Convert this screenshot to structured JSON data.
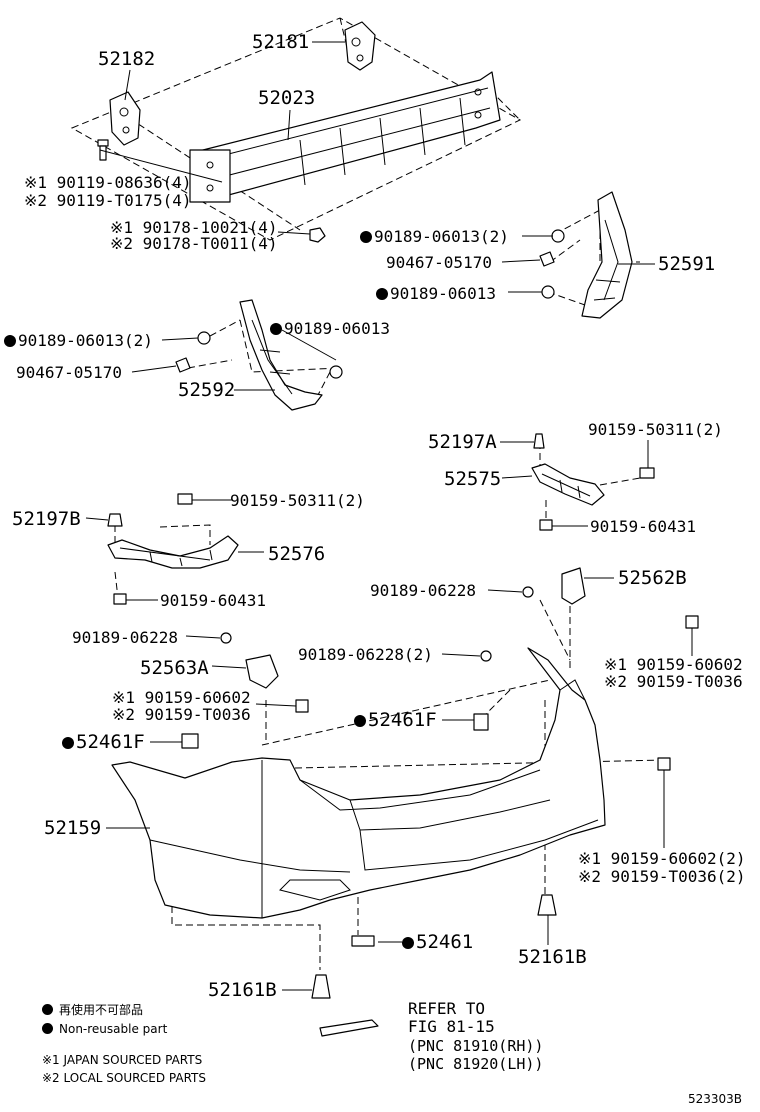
{
  "figure_id": "523303B",
  "parts": {
    "p52181": "52181",
    "p52182": "52182",
    "p52023": "52023",
    "p90119_a": "※1 90119-08636(4)",
    "p90119_b": "※2 90119-T0175(4)",
    "p90178_a": "※1 90178-10021(4)",
    "p90178_b": "※2 90178-T0011(4)",
    "p90189_06013_2a": "90189-06013(2)",
    "p90467_a": "90467-05170",
    "p52591": "52591",
    "p90189_06013_a": "90189-06013",
    "p90189_06013_2b": "90189-06013(2)",
    "p90189_06013_b": "90189-06013",
    "p90467_b": "90467-05170",
    "p52592": "52592",
    "p52197A": "52197A",
    "p90159_50311_a": "90159-50311(2)",
    "p52575": "52575",
    "p90159_60431_a": "90159-60431",
    "p52197B": "52197B",
    "p90159_50311_b": "90159-50311(2)",
    "p52576": "52576",
    "p90159_60431_b": "90159-60431",
    "p90189_06228_a": "90189-06228",
    "p52562B": "52562B",
    "p90189_06228_b": "90189-06228",
    "p90159_60602_a1": "※1 90159-60602",
    "p90159_t0036_a2": "※2 90159-T0036",
    "p52563A": "52563A",
    "p90189_06228_2": "90189-06228(2)",
    "p90159_60602_b1": "※1 90159-60602",
    "p90159_t0036_b2": "※2 90159-T0036",
    "p52461F_a": "52461F",
    "p52461F_b": "52461F",
    "p52159": "52159",
    "p90159_60602_c1": "※1 90159-60602(2)",
    "p90159_t0036_c2": "※2 90159-T0036(2)",
    "p52461": "52461",
    "p52161B_a": "52161B",
    "p52161B_b": "52161B"
  },
  "reference": {
    "line1": "REFER TO",
    "line2": "FIG 81-15",
    "line3": "(PNC 81910(RH))",
    "line4": "(PNC 81920(LH))"
  },
  "legend": {
    "nonreusable_jp": "再使用不可部品",
    "nonreusable_en": "Non-reusable part",
    "note1": "※1 JAPAN SOURCED PARTS",
    "note2": "※2 LOCAL SOURCED PARTS"
  }
}
